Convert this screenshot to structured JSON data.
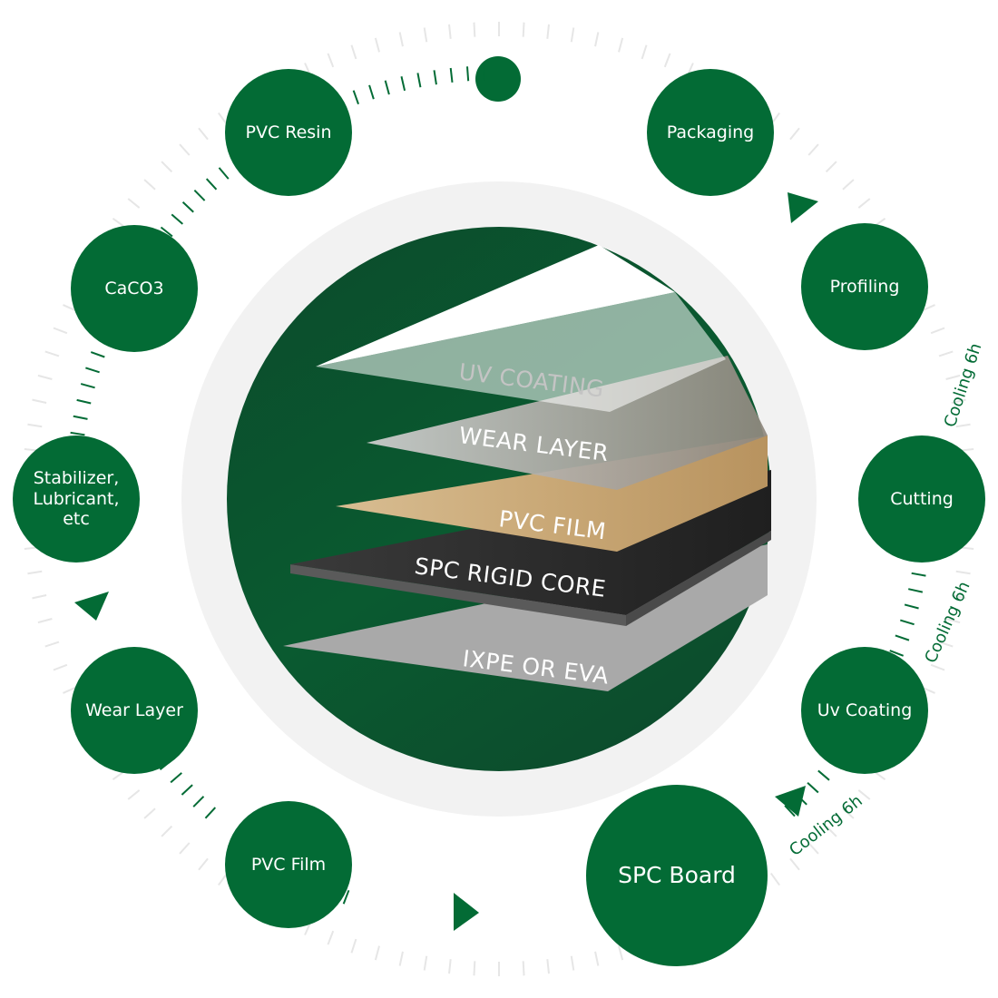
{
  "colors": {
    "brand_green": "#036b35",
    "dark_green": "#0d4a2c",
    "tick_gray": "#e3e3e3",
    "ring_gray": "#f2f2f2"
  },
  "process_steps": [
    {
      "id": "pvc-resin",
      "label": "PVC Resin"
    },
    {
      "id": "caco3",
      "label": "CaCO3"
    },
    {
      "id": "stabilizer",
      "label": "Stabilizer,\nLubricant,\netc"
    },
    {
      "id": "wear-layer",
      "label": "Wear Layer"
    },
    {
      "id": "pvc-film",
      "label": "PVC Film"
    },
    {
      "id": "spc-board",
      "label": "SPC Board"
    },
    {
      "id": "uv-coating",
      "label": "Uv Coating"
    },
    {
      "id": "cutting",
      "label": "Cutting"
    },
    {
      "id": "profiling",
      "label": "Profiling"
    },
    {
      "id": "packaging",
      "label": "Packaging"
    }
  ],
  "cooling_labels": [
    "Cooling 6h",
    "Cooling 6h",
    "Cooling 6h"
  ],
  "layers": [
    {
      "id": "uv-coating",
      "label": "UV COATING"
    },
    {
      "id": "wear-layer",
      "label": "WEAR LAYER"
    },
    {
      "id": "pvc-film",
      "label": "PVC FILM"
    },
    {
      "id": "spc-rigid-core",
      "label": "SPC RIGID CORE"
    },
    {
      "id": "ixpe-eva",
      "label": "IXPE OR EVA"
    }
  ],
  "icons": [
    "flow-arrow-icon",
    "start-dot-icon"
  ]
}
